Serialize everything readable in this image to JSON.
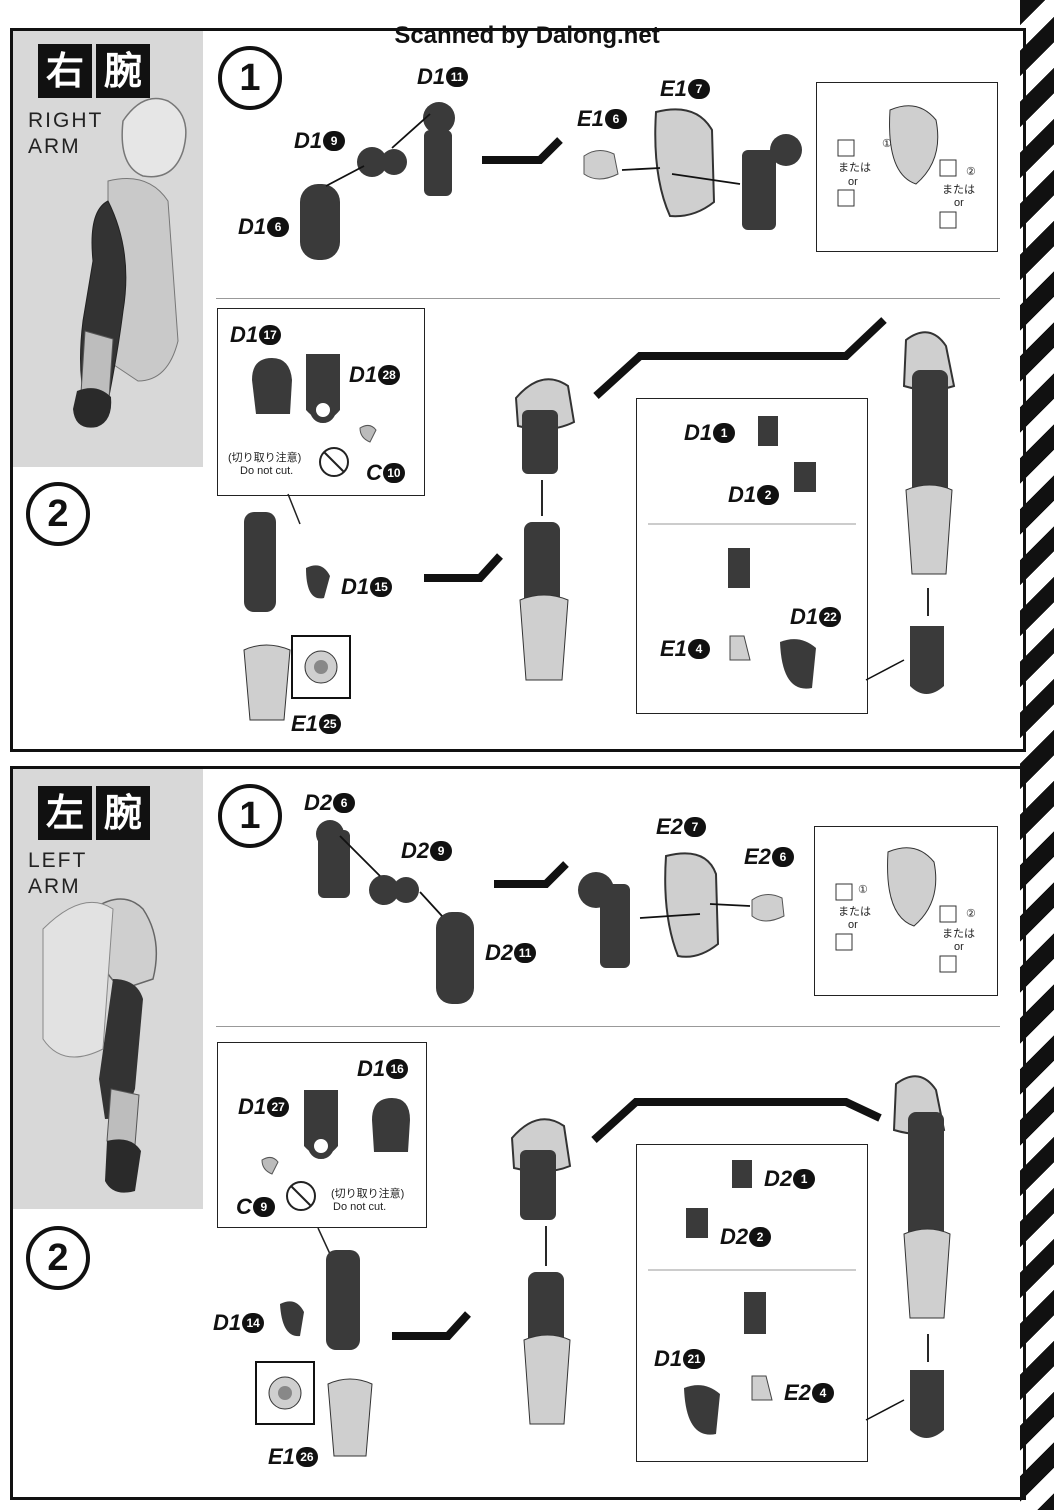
{
  "watermark": "Scanned by Dalong.net",
  "right_arm": {
    "title_kanji": [
      "右",
      "腕"
    ],
    "title_en": [
      "RIGHT",
      "ARM"
    ],
    "step1": {
      "number": "1",
      "parts": {
        "d1_11": {
          "code": "D1",
          "num": "11"
        },
        "d1_9": {
          "code": "D1",
          "num": "9"
        },
        "d1_6": {
          "code": "D1",
          "num": "6"
        },
        "e1_6": {
          "code": "E1",
          "num": "6"
        },
        "e1_7": {
          "code": "E1",
          "num": "7"
        }
      },
      "note": {
        "circled_1": "①",
        "circled_2": "②",
        "mataha_1": "または",
        "or_1": "or",
        "mataha_2": "または",
        "or_2": "or"
      }
    },
    "step2": {
      "number": "2",
      "parts": {
        "d1_17": {
          "code": "D1",
          "num": "17"
        },
        "d1_28": {
          "code": "D1",
          "num": "28"
        },
        "c_10": {
          "code": "C",
          "num": "10"
        },
        "d1_15": {
          "code": "D1",
          "num": "15"
        },
        "e1_25": {
          "code": "E1",
          "num": "25"
        },
        "d1_1": {
          "code": "D1",
          "num": "1"
        },
        "d1_2": {
          "code": "D1",
          "num": "2"
        },
        "d1_22": {
          "code": "D1",
          "num": "22"
        },
        "e1_4": {
          "code": "E1",
          "num": "4"
        }
      },
      "cut_note_jp": "(切り取り注意)",
      "cut_note_en": "Do not cut."
    }
  },
  "left_arm": {
    "title_kanji": [
      "左",
      "腕"
    ],
    "title_en": [
      "LEFT",
      "ARM"
    ],
    "step1": {
      "number": "1",
      "parts": {
        "d2_6": {
          "code": "D2",
          "num": "6"
        },
        "d2_9": {
          "code": "D2",
          "num": "9"
        },
        "d2_11": {
          "code": "D2",
          "num": "11"
        },
        "e2_7": {
          "code": "E2",
          "num": "7"
        },
        "e2_6": {
          "code": "E2",
          "num": "6"
        }
      },
      "note": {
        "circled_1": "①",
        "circled_2": "②",
        "mataha_1": "または",
        "or_1": "or",
        "mataha_2": "または",
        "or_2": "or"
      }
    },
    "step2": {
      "number": "2",
      "parts": {
        "d1_16": {
          "code": "D1",
          "num": "16"
        },
        "d1_27": {
          "code": "D1",
          "num": "27"
        },
        "c_9": {
          "code": "C",
          "num": "9"
        },
        "d1_14": {
          "code": "D1",
          "num": "14"
        },
        "e1_26": {
          "code": "E1",
          "num": "26"
        },
        "d2_1": {
          "code": "D2",
          "num": "1"
        },
        "d2_2": {
          "code": "D2",
          "num": "2"
        },
        "d1_21": {
          "code": "D1",
          "num": "21"
        },
        "e2_4": {
          "code": "E2",
          "num": "4"
        }
      },
      "cut_note_jp": "(切り取り注意)",
      "cut_note_en": "Do not cut."
    }
  },
  "colors": {
    "ink": "#111111",
    "panel_gray": "#d8d8d8",
    "part_dark": "#3a3a3a",
    "part_light": "#cfcfcf"
  }
}
